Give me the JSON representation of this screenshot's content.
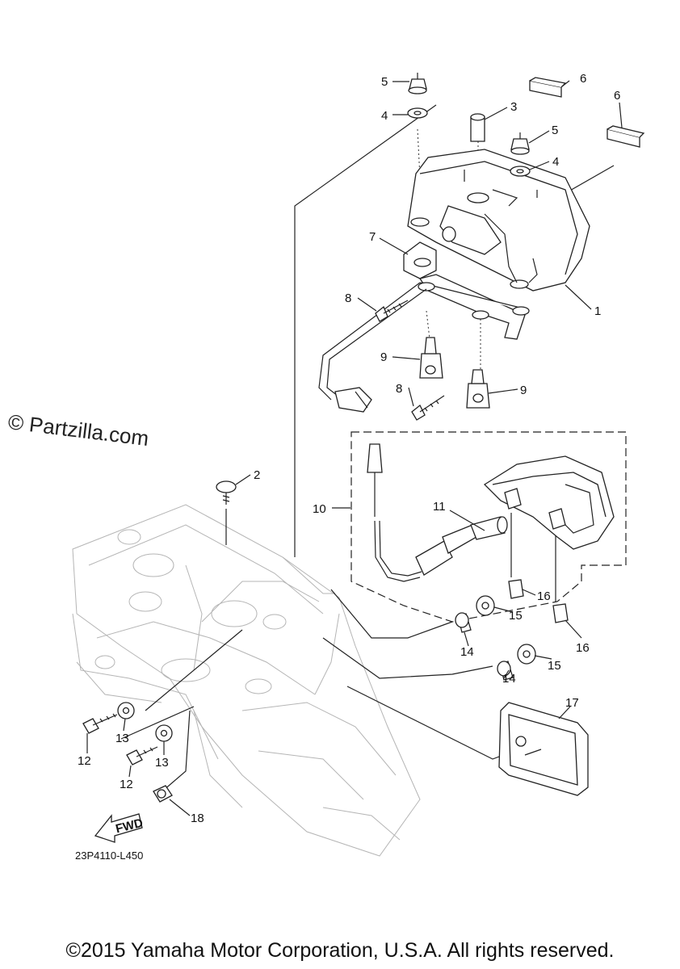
{
  "watermark": "© Partzilla.com",
  "drawing_code": "23P4110-L450",
  "copyright": "©2015 Yamaha Motor Corporation, U.S.A. All rights reserved.",
  "fwd_label": "FWD",
  "callouts": {
    "c1": "1",
    "c2": "2",
    "c3": "3",
    "c4a": "4",
    "c4b": "4",
    "c5a": "5",
    "c5b": "5",
    "c6a": "6",
    "c6b": "6",
    "c7": "7",
    "c8a": "8",
    "c8b": "8",
    "c9a": "9",
    "c9b": "9",
    "c10": "10",
    "c11": "11",
    "c12a": "12",
    "c12b": "12",
    "c13a": "13",
    "c13b": "13",
    "c14a": "14",
    "c14b": "14",
    "c15a": "15",
    "c15b": "15",
    "c16a": "16",
    "c16b": "16",
    "c17": "17",
    "c18": "18"
  }
}
